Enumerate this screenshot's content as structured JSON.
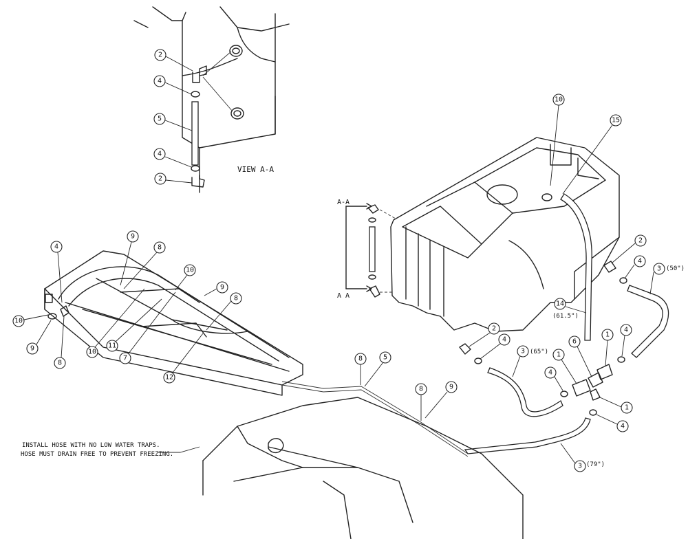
{
  "view_title": "VIEW A-A",
  "section_top": "A-A",
  "section_bottom": "A A",
  "note_line1": "INSTALL HOSE WITH NO LOW WATER TRAPS.",
  "note_line2": "HOSE MUST DRAIN FREE TO PREVENT FREEZING.",
  "callouts": {
    "c1": "2",
    "c2": "4",
    "c3": "5",
    "c4": "4",
    "c5": "2",
    "c6": "10",
    "c7": "15",
    "c8": "2",
    "c9": "4",
    "c10": "3",
    "c11": "14",
    "c12": "2",
    "c13": "4",
    "c14": "3",
    "c15": "6",
    "c16": "1",
    "c17": "4",
    "c18": "1",
    "c19": "4",
    "c20": "1",
    "c21": "4",
    "c22": "3",
    "c23": "4",
    "c24": "9",
    "c25": "8",
    "c26": "10",
    "c27": "9",
    "c28": "8",
    "c29": "10",
    "c30": "9",
    "c31": "8",
    "c32": "10",
    "c33": "11",
    "c34": "7",
    "c35": "12",
    "c36": "8",
    "c37": "5",
    "c38": "8",
    "c39": "9"
  },
  "dims": {
    "d1": "(50\")",
    "d2": "(65\")",
    "d3": "(61.5\")",
    "d4": "(79\")"
  }
}
